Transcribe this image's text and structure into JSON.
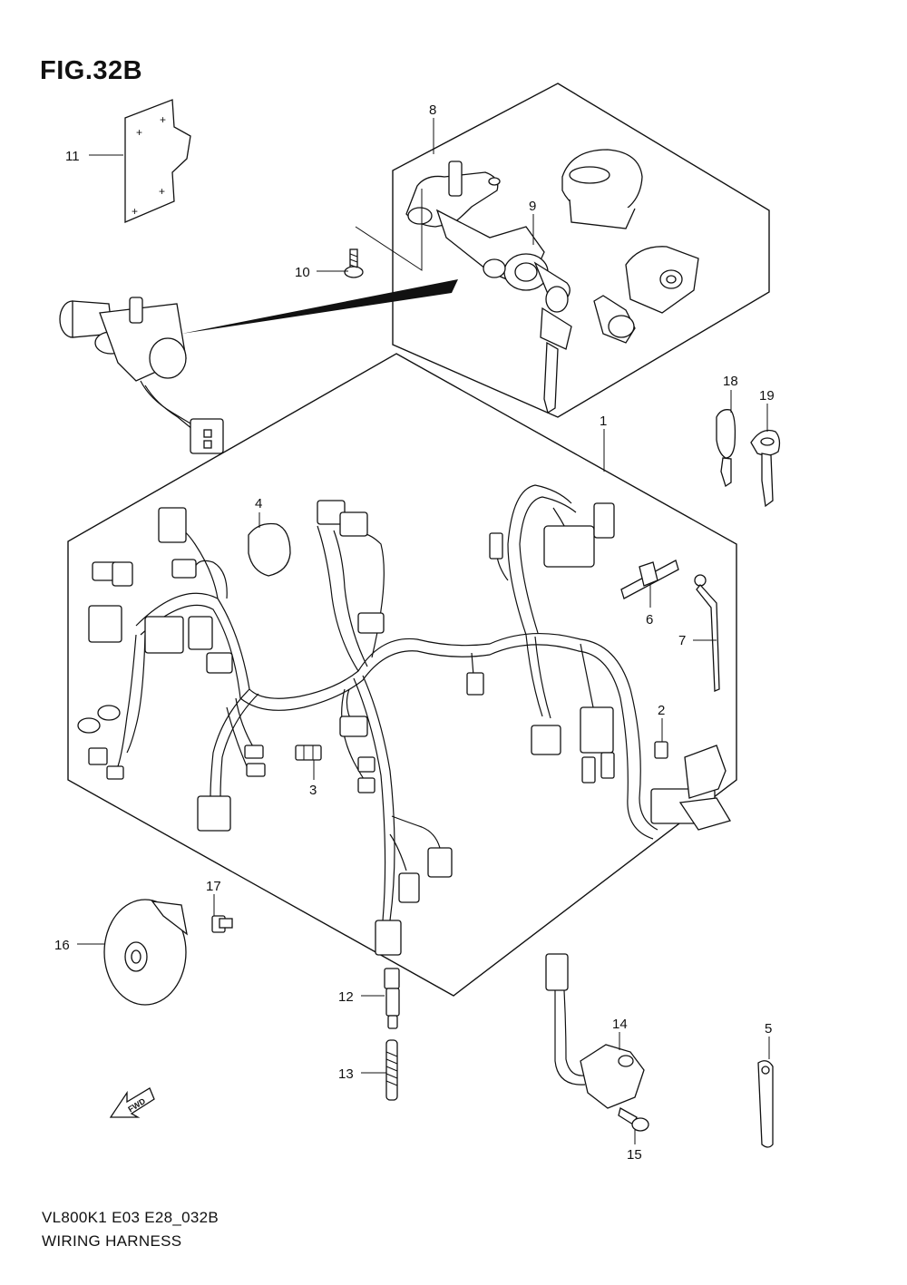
{
  "figure": {
    "title": "FIG.32B",
    "footer_code": "VL800K1 E03 E28_032B",
    "footer_name": "WIRING HARNESS",
    "fwd_label": "FWD"
  },
  "callouts": [
    {
      "id": "c1",
      "label": "1"
    },
    {
      "id": "c2",
      "label": "2"
    },
    {
      "id": "c3",
      "label": "3"
    },
    {
      "id": "c4",
      "label": "4"
    },
    {
      "id": "c5",
      "label": "5"
    },
    {
      "id": "c6",
      "label": "6"
    },
    {
      "id": "c7",
      "label": "7"
    },
    {
      "id": "c8",
      "label": "8"
    },
    {
      "id": "c9",
      "label": "9"
    },
    {
      "id": "c10",
      "label": "10"
    },
    {
      "id": "c11",
      "label": "11"
    },
    {
      "id": "c12",
      "label": "12"
    },
    {
      "id": "c13",
      "label": "13"
    },
    {
      "id": "c14",
      "label": "14"
    },
    {
      "id": "c15",
      "label": "15"
    },
    {
      "id": "c16",
      "label": "16"
    },
    {
      "id": "c17",
      "label": "17"
    },
    {
      "id": "c18",
      "label": "18"
    },
    {
      "id": "c19",
      "label": "19"
    }
  ]
}
